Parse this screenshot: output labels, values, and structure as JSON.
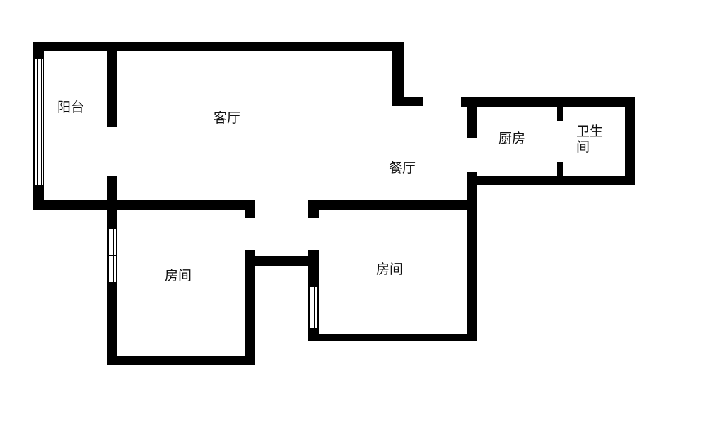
{
  "rooms": {
    "balcony": "阳台",
    "living_room": "客厅",
    "dining_room": "餐厅",
    "kitchen": "厨房",
    "bathroom_line1": "卫生",
    "bathroom_line2": "间",
    "bedroom_left": "房间",
    "bedroom_right": "房间"
  }
}
